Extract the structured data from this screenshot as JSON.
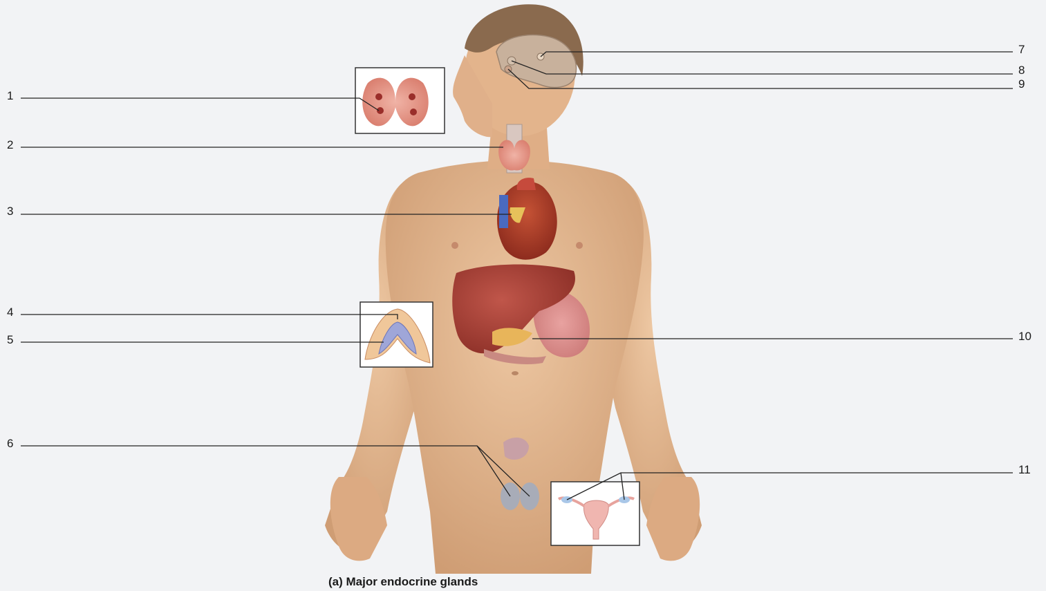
{
  "caption": "(a) Major endocrine glands",
  "labels": [
    "1",
    "2",
    "3",
    "4",
    "5",
    "6",
    "7",
    "8",
    "9",
    "10",
    "11"
  ],
  "colors": {
    "background": "#f2f3f5",
    "skin": "#e2b48c",
    "hair": "#8a6a4e",
    "organ_red": "#b84a3e",
    "gland_pink": "#e49a8c",
    "leader_line": "#222222"
  }
}
